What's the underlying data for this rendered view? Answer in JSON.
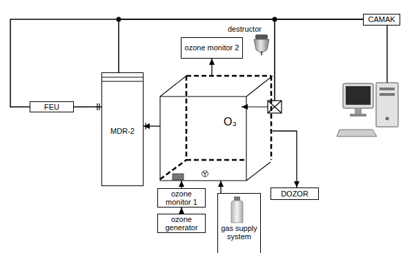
{
  "diagram": {
    "nodes": [
      {
        "text": [
          "CAMAK"
        ]
      },
      {
        "text": [
          "ozone monitor 2"
        ]
      },
      {
        "text": [
          "FEU"
        ]
      },
      {
        "text": [
          "MDR-2"
        ]
      },
      {
        "text": [
          "O₃"
        ]
      },
      {
        "text": [
          "DOZOR"
        ]
      },
      {
        "text": [
          "ozone monitor 1"
        ]
      },
      {
        "text": [
          "gas supply system"
        ]
      },
      {
        "text": [
          "ozone generator"
        ]
      }
    ],
    "edges": [
      {
        "from": 8,
        "to": 6,
        "arrow": "to"
      },
      {
        "from": 6,
        "to": 4,
        "arrow": "to"
      },
      {
        "from": 7,
        "to": 4,
        "arrow": "to"
      },
      {
        "from": 4,
        "to": 1,
        "arrow": "to"
      },
      {
        "from": 4,
        "to": 5,
        "arrow": "to"
      },
      {
        "from": 4,
        "to": 3,
        "arrow": "to"
      },
      {
        "from": 2,
        "to": 3,
        "arrow": "none"
      },
      {
        "from": 2,
        "to": 0,
        "arrow": "none"
      },
      {
        "from": 3,
        "to": 0,
        "arrow": "none"
      }
    ],
    "labels": [
      "destructor"
    ]
  }
}
